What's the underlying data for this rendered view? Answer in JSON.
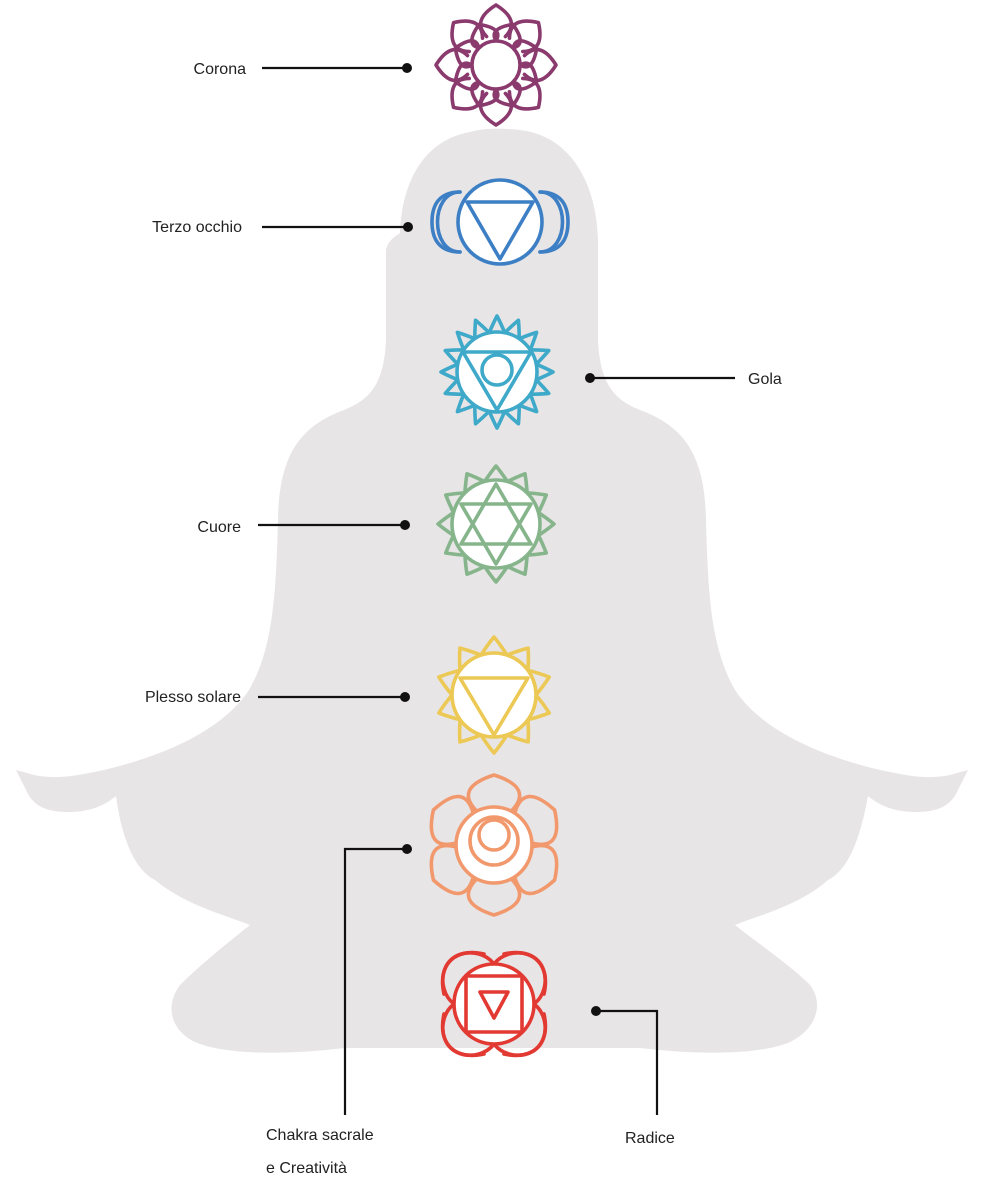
{
  "colors": {
    "silhouette": "#e8e5e6",
    "background": "#ffffff",
    "connector": "#111111"
  },
  "chakras": [
    {
      "id": "crown",
      "label": "Corona",
      "color": "#8b3a6e",
      "icon": "lotus-icon"
    },
    {
      "id": "third-eye",
      "label": "Terzo occhio",
      "color": "#3d7fc4",
      "icon": "eye-triangle-icon"
    },
    {
      "id": "throat",
      "label": "Gola",
      "color": "#3fa9c9",
      "icon": "petal-circle-triangle-icon"
    },
    {
      "id": "heart",
      "label": "Cuore",
      "color": "#86b58c",
      "icon": "star-of-david-icon"
    },
    {
      "id": "solar-plexus",
      "label": "Plesso solare",
      "color": "#ecc854",
      "icon": "sun-triangle-icon"
    },
    {
      "id": "sacral",
      "label_line1": "Chakra sacrale",
      "label_line2": "e Creatività",
      "color": "#f1986d",
      "icon": "spiral-flower-icon"
    },
    {
      "id": "root",
      "label": "Radice",
      "color": "#e23a32",
      "icon": "square-triangle-icon"
    }
  ]
}
